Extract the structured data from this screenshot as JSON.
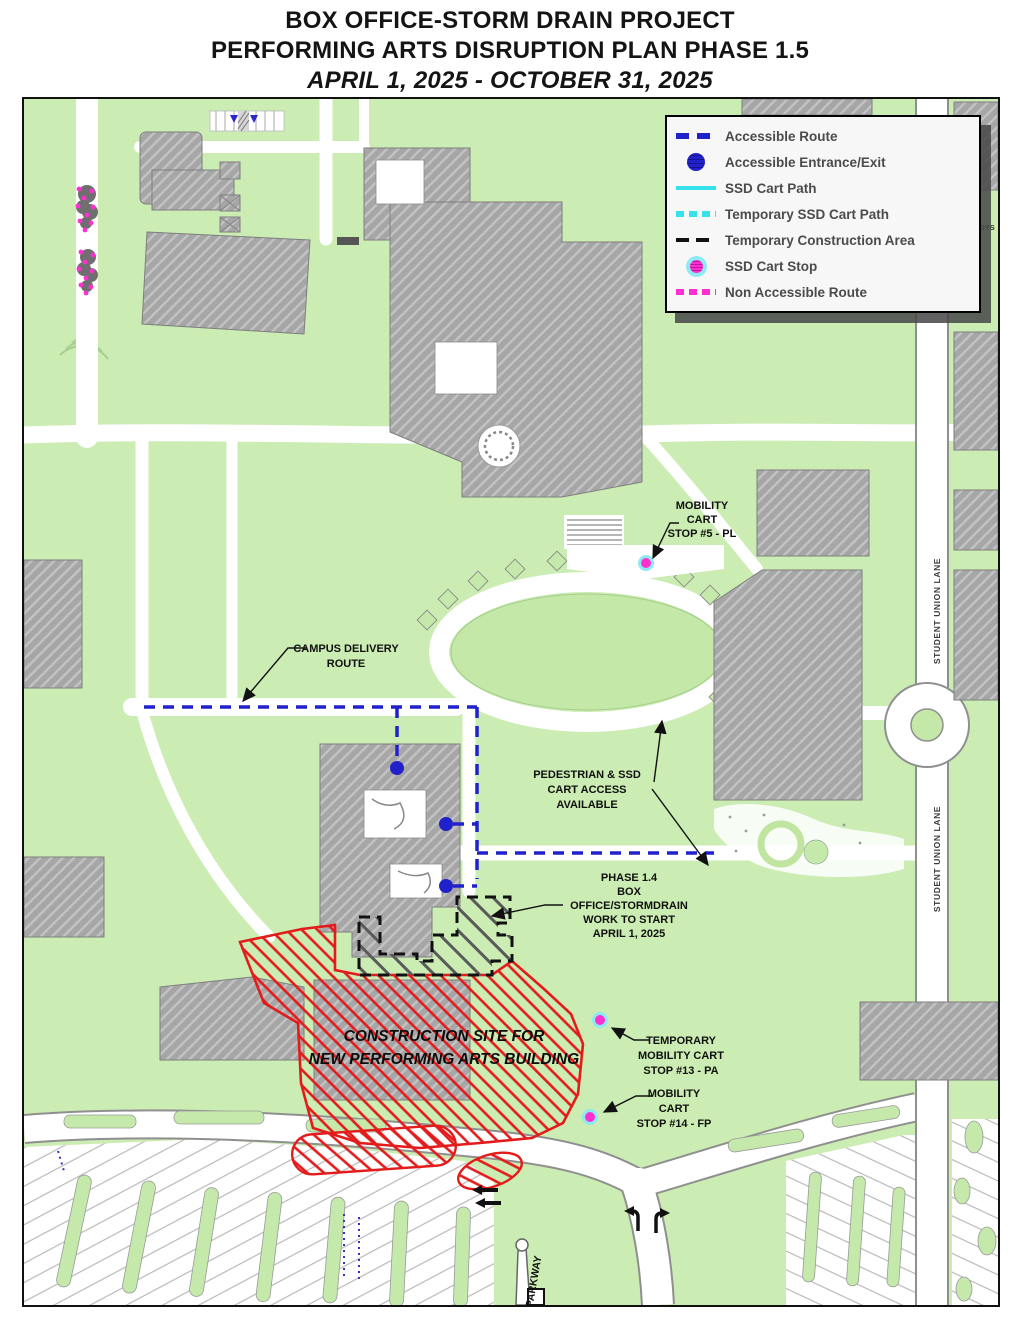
{
  "title": {
    "line1": "BOX OFFICE-STORM DRAIN PROJECT",
    "line2": "PERFORMING ARTS DISRUPTION PLAN PHASE 1.5",
    "line3": "APRIL 1, 2025 - OCTOBER 31, 2025"
  },
  "legend": {
    "items": [
      {
        "label": "Accessible Route",
        "swatch": "dashed-blue-line"
      },
      {
        "label": "Accessible Entrance/Exit",
        "swatch": "blue-dot"
      },
      {
        "label": "SSD Cart Path",
        "swatch": "cyan-line"
      },
      {
        "label": "Temporary SSD Cart Path",
        "swatch": "dashed-cyan-line"
      },
      {
        "label": "Temporary Construction Area",
        "swatch": "dashed-black-line"
      },
      {
        "label": "SSD Cart Stop",
        "swatch": "magenta-dot-cyan-ring"
      },
      {
        "label": "Non Accessible Route",
        "swatch": "dashed-magenta-line"
      }
    ]
  },
  "map": {
    "street_labels": {
      "student_union_lane": "STUDENT UNION LANE",
      "parkway": "PARKWAY",
      "edge_text": "DYS"
    },
    "labels": {
      "stop5": {
        "lines": [
          "MOBILITY",
          "CART",
          "STOP #5 - PL"
        ]
      },
      "campus_delivery": {
        "lines": [
          "CAMPUS DELIVERY",
          "ROUTE"
        ]
      },
      "pedestrian_access": {
        "lines": [
          "PEDESTRIAN & SSD",
          "CART ACCESS",
          "AVAILABLE"
        ]
      },
      "phase14": {
        "lines": [
          "PHASE 1.4",
          "BOX",
          "OFFICE/STORMDRAIN",
          "WORK TO START",
          "APRIL 1, 2025"
        ]
      },
      "stop13": {
        "lines": [
          "TEMPORARY",
          "MOBILITY CART",
          "STOP #13 - PA"
        ]
      },
      "stop14": {
        "lines": [
          "MOBILITY",
          "CART",
          "STOP #14 - FP"
        ]
      },
      "construction_site": {
        "lines": [
          "CONSTRUCTION SITE FOR",
          "NEW PERFORMING ARTS BUILDING"
        ]
      }
    },
    "colors": {
      "accessible_blue": "#2121cc",
      "cart_cyan": "#35e2ec",
      "stop_magenta": "#ff2fd0",
      "construction_red": "#e31b1b",
      "lawn_green": "#cbecb2",
      "building_gray": "#a6a6a6"
    }
  }
}
